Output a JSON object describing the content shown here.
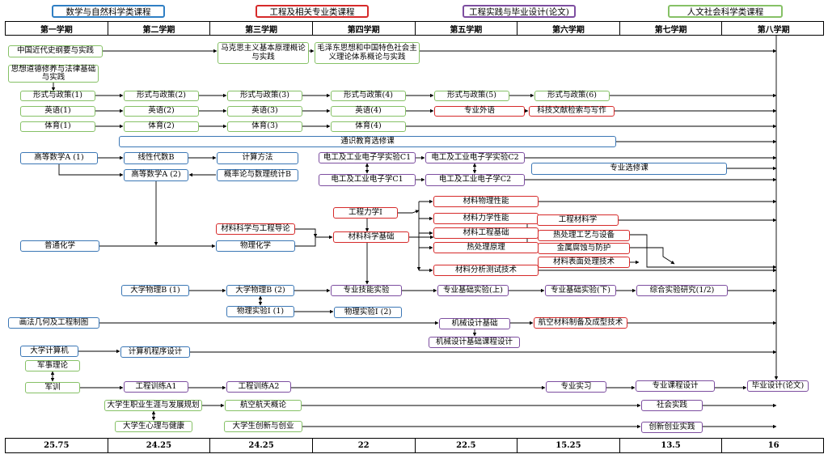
{
  "legend": [
    {
      "label": "数学与自然科学类课程",
      "color": "#2f7fc4"
    },
    {
      "label": "工程及相关专业类课程",
      "color": "#d62a2a"
    },
    {
      "label": "工程实践与毕业设计(论文)",
      "color": "#7d4ea0"
    },
    {
      "label": "人文社会科学类课程",
      "color": "#86c166"
    }
  ],
  "semesters": [
    "第一学期",
    "第二学期",
    "第三学期",
    "第四学期",
    "第五学期",
    "第六学期",
    "第七学期",
    "第八学期"
  ],
  "credits": [
    "25.75",
    "24.25",
    "24.25",
    "22",
    "22.5",
    "15.25",
    "13.5",
    "16"
  ],
  "courses": {
    "modern_history": "中国近代史纲要与实践",
    "marxism": "马克思主义基本原理概论与实践",
    "mao": "毛泽东思想和中国特色社会主义理论体系概论与实践",
    "morality": "思想道德修养与法律基础与实践",
    "policy1": "形式与政策(1)",
    "policy2": "形式与政策(2)",
    "policy3": "形式与政策(3)",
    "policy4": "形式与政策(4)",
    "policy5": "形式与政策(5)",
    "policy6": "形式与政策(6)",
    "english1": "英语(1)",
    "english2": "英语(2)",
    "english3": "英语(3)",
    "english4": "英语(4)",
    "prof_english": "专业外语",
    "sci_lit": "科技文献检索与写作",
    "pe1": "体育(1)",
    "pe2": "体育(2)",
    "pe3": "体育(3)",
    "pe4": "体育(4)",
    "general_elective": "通识教育选修课",
    "math_a1": "高等数学A (1)",
    "linear_algebra": "线性代数B",
    "calc_method": "计算方法",
    "math_a2": "高等数学A (2)",
    "probability": "概率论与数理统计B",
    "ee_exp_c1": "电工及工业电子学实验C1",
    "ee_exp_c2": "电工及工业电子学实验C2",
    "ee_c1": "电工及工业电子学C1",
    "ee_c2": "电工及工业电子学C2",
    "major_elective": "专业选修课",
    "mat_physics": "材料物理性能",
    "mechanics": "工程力学I",
    "mat_mech": "材料力学性能",
    "eng_materials": "工程材料学",
    "mat_eng_basic": "材料工程基础",
    "heat_treat_equip": "热处理工艺与设备",
    "mat_intro": "材料科学与工程导论",
    "mat_basic": "材料科学基础",
    "heat_treat": "热处理原理",
    "corrosion": "金属腐蚀与防护",
    "gen_chem": "普通化学",
    "phys_chem": "物理化学",
    "surface": "材料表面处理技术",
    "mat_analysis": "材料分析测试技术",
    "physics_b1": "大学物理B (1)",
    "physics_b2": "大学物理B (2)",
    "skill_exp": "专业技能实验",
    "basic_exp1": "专业基础实验(上)",
    "basic_exp2": "专业基础实验(下)",
    "comprehensive": "综合实验研究(1/2)",
    "phys_lab1": "物理实验I (1)",
    "phys_lab2": "物理实验I (2)",
    "drawing": "画法几何及工程制图",
    "mech_design": "机械设计基础",
    "aero_mat": "航空材料制备及成型技术",
    "mech_design_course": "机械设计基础课程设计",
    "computer": "大学计算机",
    "programming": "计算机程序设计",
    "military_theory": "军事理论",
    "military_train": "军训",
    "eng_train1": "工程训练A1",
    "eng_train2": "工程训练A2",
    "internship": "专业实习",
    "course_design": "专业课程设计",
    "thesis": "毕业设计(论文)",
    "career": "大学生职业生涯与发展规划",
    "aerospace": "航空航天概论",
    "social": "社会实践",
    "mental": "大学生心理与健康",
    "innovation": "大学生创新与创业",
    "innovation_prac": "创新创业实践"
  }
}
